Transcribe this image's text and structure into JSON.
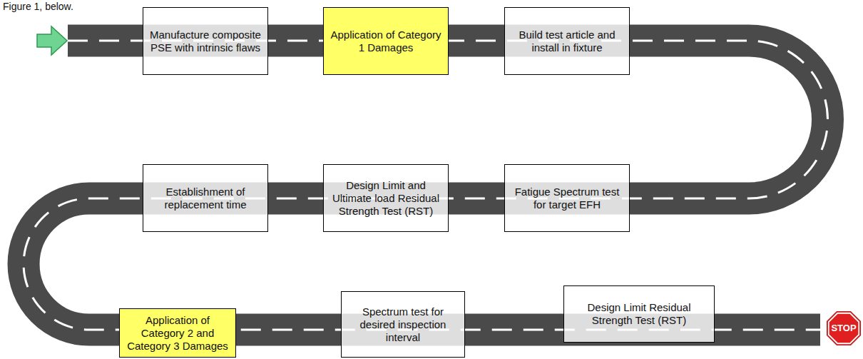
{
  "diagram": {
    "nodes": [
      {
        "text": [
          "Manufacture composite PSE with intrinsic flaws"
        ]
      },
      {
        "text": [
          "Application of Category 1 Damages"
        ]
      },
      {
        "text": [
          "Build test article and install in fixture"
        ]
      },
      {
        "text": [
          "Fatigue Spectrum test for target EFH"
        ]
      },
      {
        "text": [
          "Design Limit and Ultimate load Residual Strength Test (RST)"
        ]
      },
      {
        "text": [
          "Establishment of replacement time"
        ]
      },
      {
        "text": [
          "Application of Category 2 and Category 3 Damages"
        ]
      },
      {
        "text": [
          "Spectrum test for desired inspection interval"
        ]
      },
      {
        "text": [
          "Design Limit Residual Strength Test (RST)"
        ]
      },
      {
        "text": [
          "STOP"
        ]
      }
    ],
    "labels": [
      "Figure 1, below."
    ]
  }
}
